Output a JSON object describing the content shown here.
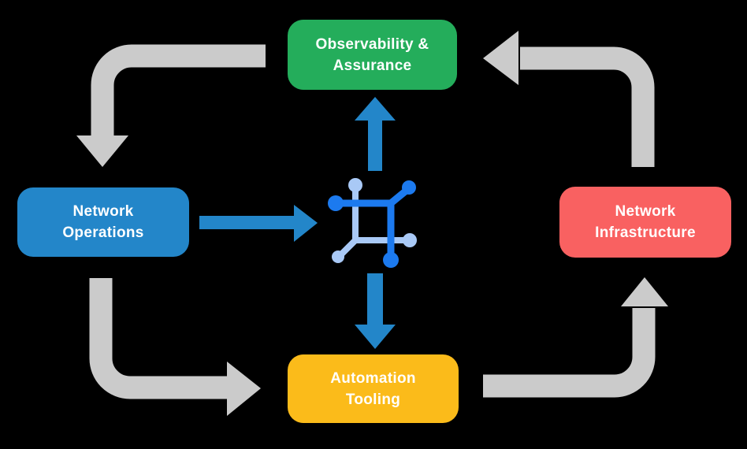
{
  "diagram": {
    "name": "network-automation-cycle-diagram",
    "background": "#000000"
  },
  "nodes": {
    "observability": {
      "lines": [
        "Observability &",
        "Assurance"
      ],
      "color": "#24AD5B"
    },
    "operations": {
      "lines": [
        "Network",
        "Operations"
      ],
      "color": "#2386C9"
    },
    "infrastructure": {
      "lines": [
        "Network",
        "Infrastructure"
      ],
      "color": "#F96161"
    },
    "automation": {
      "lines": [
        "Automation",
        "Tooling"
      ],
      "color": "#FBBB1A"
    }
  },
  "icons": {
    "center": "network-automation-hub-icon"
  },
  "colors": {
    "background": "#000000",
    "cycle_arrow_gray": "#CBCBCB",
    "flow_arrow_blue": "#2386C9",
    "icon_dark_blue": "#1C7AEF",
    "icon_light_blue": "#A9C9F6",
    "node_text": "#FFFFFF"
  }
}
